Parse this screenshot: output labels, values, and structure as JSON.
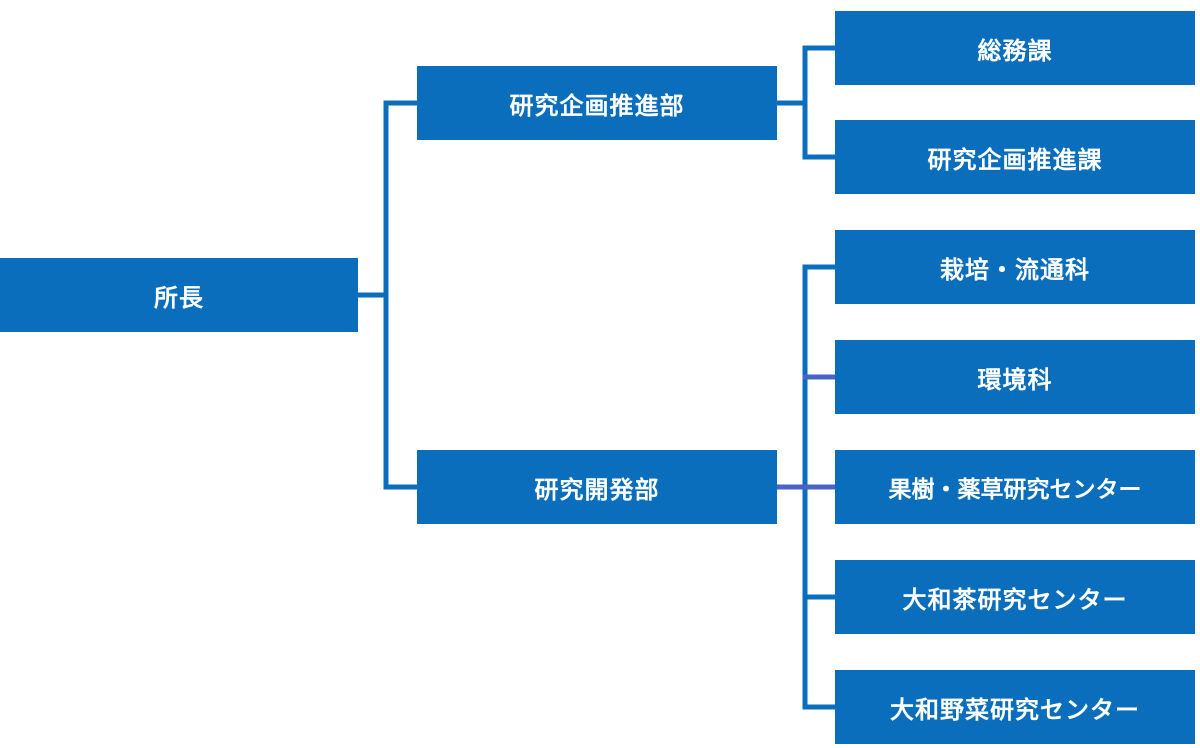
{
  "org_chart": {
    "director": {
      "label": "所長"
    },
    "departments": [
      {
        "label": "研究企画推進部",
        "sections": [
          {
            "label": "総務課"
          },
          {
            "label": "研究企画推進課"
          }
        ]
      },
      {
        "label": "研究開発部",
        "sections": [
          {
            "label": "栽培・流通科"
          },
          {
            "label": "環境科"
          },
          {
            "label": "果樹・薬草研究センター"
          },
          {
            "label": "大和茶研究センター"
          },
          {
            "label": "大和野菜研究センター"
          }
        ]
      }
    ],
    "colors": {
      "box_fill": "#0a6ebd",
      "box_text": "#ffffff",
      "connector": "#0a6ebd",
      "connector_accent": "#4a63c8",
      "background": "#ffffff"
    }
  }
}
